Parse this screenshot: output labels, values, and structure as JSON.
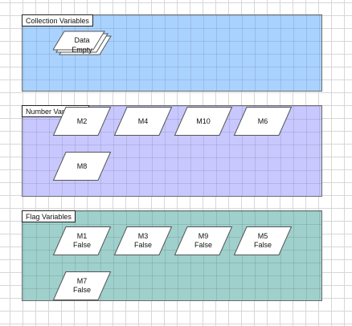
{
  "lanes": {
    "collection": {
      "title": "Collection Variables",
      "items": [
        {
          "line1": "Data",
          "line2": "Empty"
        }
      ]
    },
    "number": {
      "title": "Number Variables",
      "items": [
        {
          "line1": "M2"
        },
        {
          "line1": "M4"
        },
        {
          "line1": "M10"
        },
        {
          "line1": "M6"
        },
        {
          "line1": "M8"
        }
      ]
    },
    "flag": {
      "title": "Flag Variables",
      "items": [
        {
          "line1": "M1",
          "line2": "False"
        },
        {
          "line1": "M3",
          "line2": "False"
        },
        {
          "line1": "M9",
          "line2": "False"
        },
        {
          "line1": "M5",
          "line2": "False"
        },
        {
          "line1": "M7",
          "line2": "False"
        }
      ]
    }
  },
  "colors": {
    "collection_lane": "#aad2ff",
    "number_lane": "#c8c8ff",
    "flag_lane": "#9fd0cc",
    "shape_fill": "#ffffff",
    "shape_stroke": "#555555"
  }
}
